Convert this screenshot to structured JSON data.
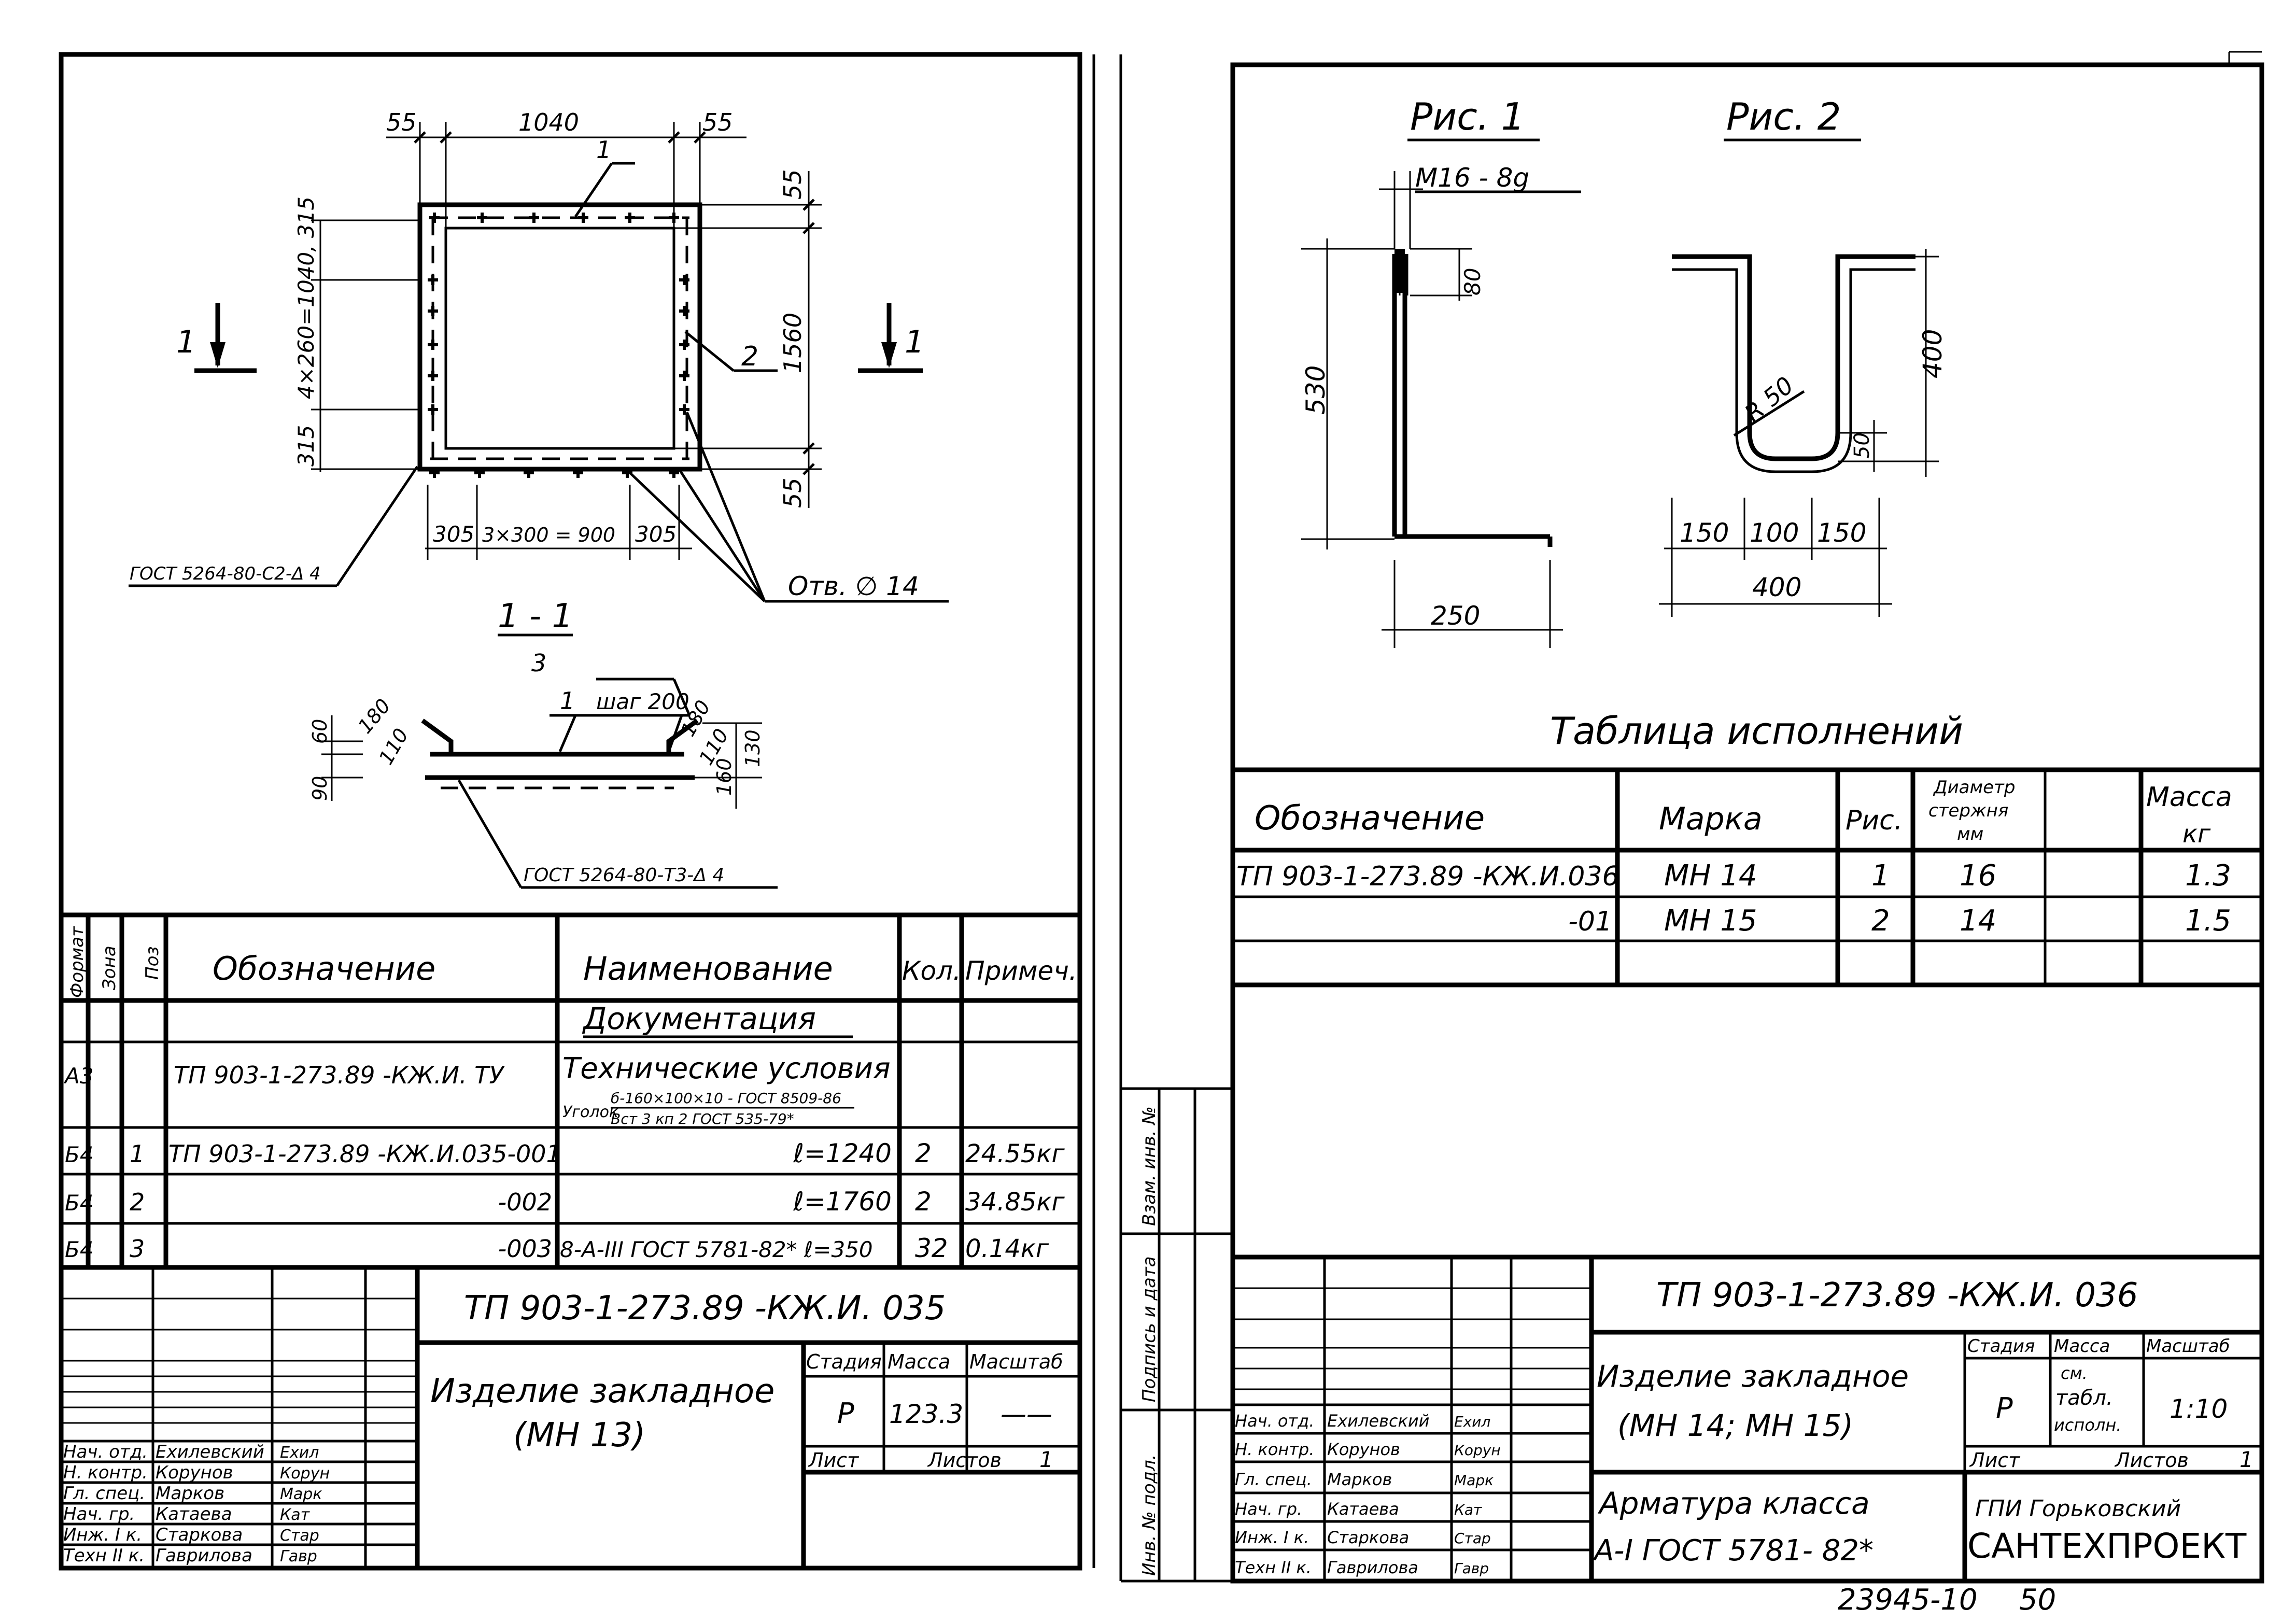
{
  "left_drawing": {
    "dims": {
      "top_left": "55",
      "top_mid": "1040",
      "top_right": "55",
      "left_upper": "4×260=1040, 315",
      "left_lower": "315",
      "right_top": "55",
      "right_mid": "1560",
      "right_bottom": "55",
      "bottom_left": "305",
      "bottom_mid": "3×300 = 900",
      "bottom_right": "305"
    },
    "callouts": {
      "c1": "1",
      "c2": "2",
      "section_mark": "1"
    },
    "gost_plate": "ГОСТ 5264-80-С2-Δ 4",
    "holes": "Отв. ∅ 14",
    "section_title": "1 - 1",
    "section": {
      "pos3": "3",
      "pos1": "1",
      "step": "шаг 200",
      "l180": "180",
      "l110": "110",
      "r180": "180",
      "r110": "110",
      "d60": "60",
      "d90": "90",
      "d160": "160",
      "d130": "130",
      "gost": "ГОСТ 5264-80-Т3-Δ 4"
    }
  },
  "spec_table": {
    "vheaders": [
      "Формат",
      "Зона",
      "Поз"
    ],
    "headers": {
      "designation": "Обозначение",
      "name": "Наименование",
      "qty": "Кол.",
      "note": "Примеч."
    },
    "section": "Документация",
    "doc_row": {
      "format": "А3",
      "designation": "ТП 903-1-273.89 -КЖ.И. ТУ",
      "name": "Технические условия"
    },
    "angle_row": {
      "label": "Уголок",
      "num": "б-160×100×10 - ГОСТ 8509-86",
      "den": "Вст 3 кп 2   ГОСТ 535-79*"
    },
    "rows": [
      {
        "format": "Б4",
        "pos": "1",
        "designation": "ТП 903-1-273.89 -КЖ.И.035-001",
        "name": "ℓ=1240",
        "qty": "2",
        "note": "24.55кг"
      },
      {
        "format": "Б4",
        "pos": "2",
        "designation": "-002",
        "name": "ℓ=1760",
        "qty": "2",
        "note": "34.85кг"
      },
      {
        "format": "Б4",
        "pos": "3",
        "designation": "-003",
        "name": "8-А-III ГОСТ 5781-82*  ℓ=350",
        "qty": "32",
        "note": "0.14кг"
      }
    ]
  },
  "left_title": {
    "code": "ТП  903-1-273.89   -КЖ.И. 035",
    "name1": "Изделие  закладное",
    "name2": "(МН 13)",
    "stage_h": "Стадия",
    "mass_h": "Масса",
    "scale_h": "Масштаб",
    "stage": "Р",
    "mass": "123.3",
    "scale": "——",
    "sheet_h": "Лист",
    "sheets_h": "Листов",
    "sheets": "1",
    "staff": [
      {
        "role": "Нач. отд.",
        "name": "Ехилевский",
        "sign": "Ехил"
      },
      {
        "role": "Н. контр.",
        "name": "Корунов",
        "sign": "Корун"
      },
      {
        "role": "Гл. спец.",
        "name": "Марков",
        "sign": "Марк"
      },
      {
        "role": "Нач. гр.",
        "name": "Катаева",
        "sign": "Кат"
      },
      {
        "role": "Инж. I к.",
        "name": "Старкова",
        "sign": "Стар"
      },
      {
        "role": "Техн II к.",
        "name": "Гаврилова",
        "sign": "Гавр"
      }
    ]
  },
  "side_stamp": [
    "Инв. № подл.",
    "Подпись и дата",
    "Взам. инв. № "
  ],
  "right_drawing": {
    "fig1": "Рис. 1",
    "fig2": "Рис. 2",
    "thread": "М16 - 8g",
    "d80": "80",
    "d530": "530",
    "d250": "250",
    "r50": "R 50",
    "d400v": "400",
    "d50": "50",
    "d150a": "150",
    "d100": "100",
    "d150b": "150",
    "d400h": "400"
  },
  "exec_table": {
    "title": "Таблица  исполнений",
    "headers": {
      "designation": "Обозначение",
      "mark": "Марка",
      "fig": "Рис.",
      "diam1": "Диаметр",
      "diam2": "стержня",
      "diam3": "мм",
      "mass1": "Масса",
      "mass2": "кг"
    },
    "rows": [
      {
        "designation": "ТП 903-1-273.89 -КЖ.И.036",
        "mark": "МН 14",
        "fig": "1",
        "diam": "16",
        "mass": "1.3"
      },
      {
        "designation": "-01",
        "mark": "МН 15",
        "fig": "2",
        "diam": "14",
        "mass": "1.5"
      }
    ]
  },
  "right_title": {
    "code": "ТП  903-1-273.89   -КЖ.И. 036",
    "name1": "Изделие  закладное",
    "name2": "(МН 14;  МН 15)",
    "material1": "Арматура  класса",
    "material2": "А-I   ГОСТ  5781- 82*",
    "stage_h": "Стадия",
    "mass_h": "Масса",
    "scale_h": "Масштаб",
    "stage": "Р",
    "mass1": "см.",
    "mass2": "табл.",
    "mass3": "исполн.",
    "scale": "1:10",
    "sheet_h": "Лист",
    "sheets_h": "Листов",
    "sheets": "1",
    "org1": "ГПИ Горьковский",
    "org2": "САНТЕХПРОЕКТ",
    "staff": [
      {
        "role": "Нач. отд.",
        "name": "Ехилевский",
        "sign": "Ехил"
      },
      {
        "role": "Н. контр.",
        "name": "Корунов",
        "sign": "Корун"
      },
      {
        "role": "Гл. спец.",
        "name": "Марков",
        "sign": "Марк"
      },
      {
        "role": "Нач. гр.",
        "name": "Катаева",
        "sign": "Кат"
      },
      {
        "role": "Инж. I к.",
        "name": "Старкова",
        "sign": "Стар"
      },
      {
        "role": "Техн II к.",
        "name": "Гаврилова",
        "sign": "Гавр"
      }
    ]
  },
  "footer": {
    "inventory": "23945-10",
    "page": "50"
  }
}
